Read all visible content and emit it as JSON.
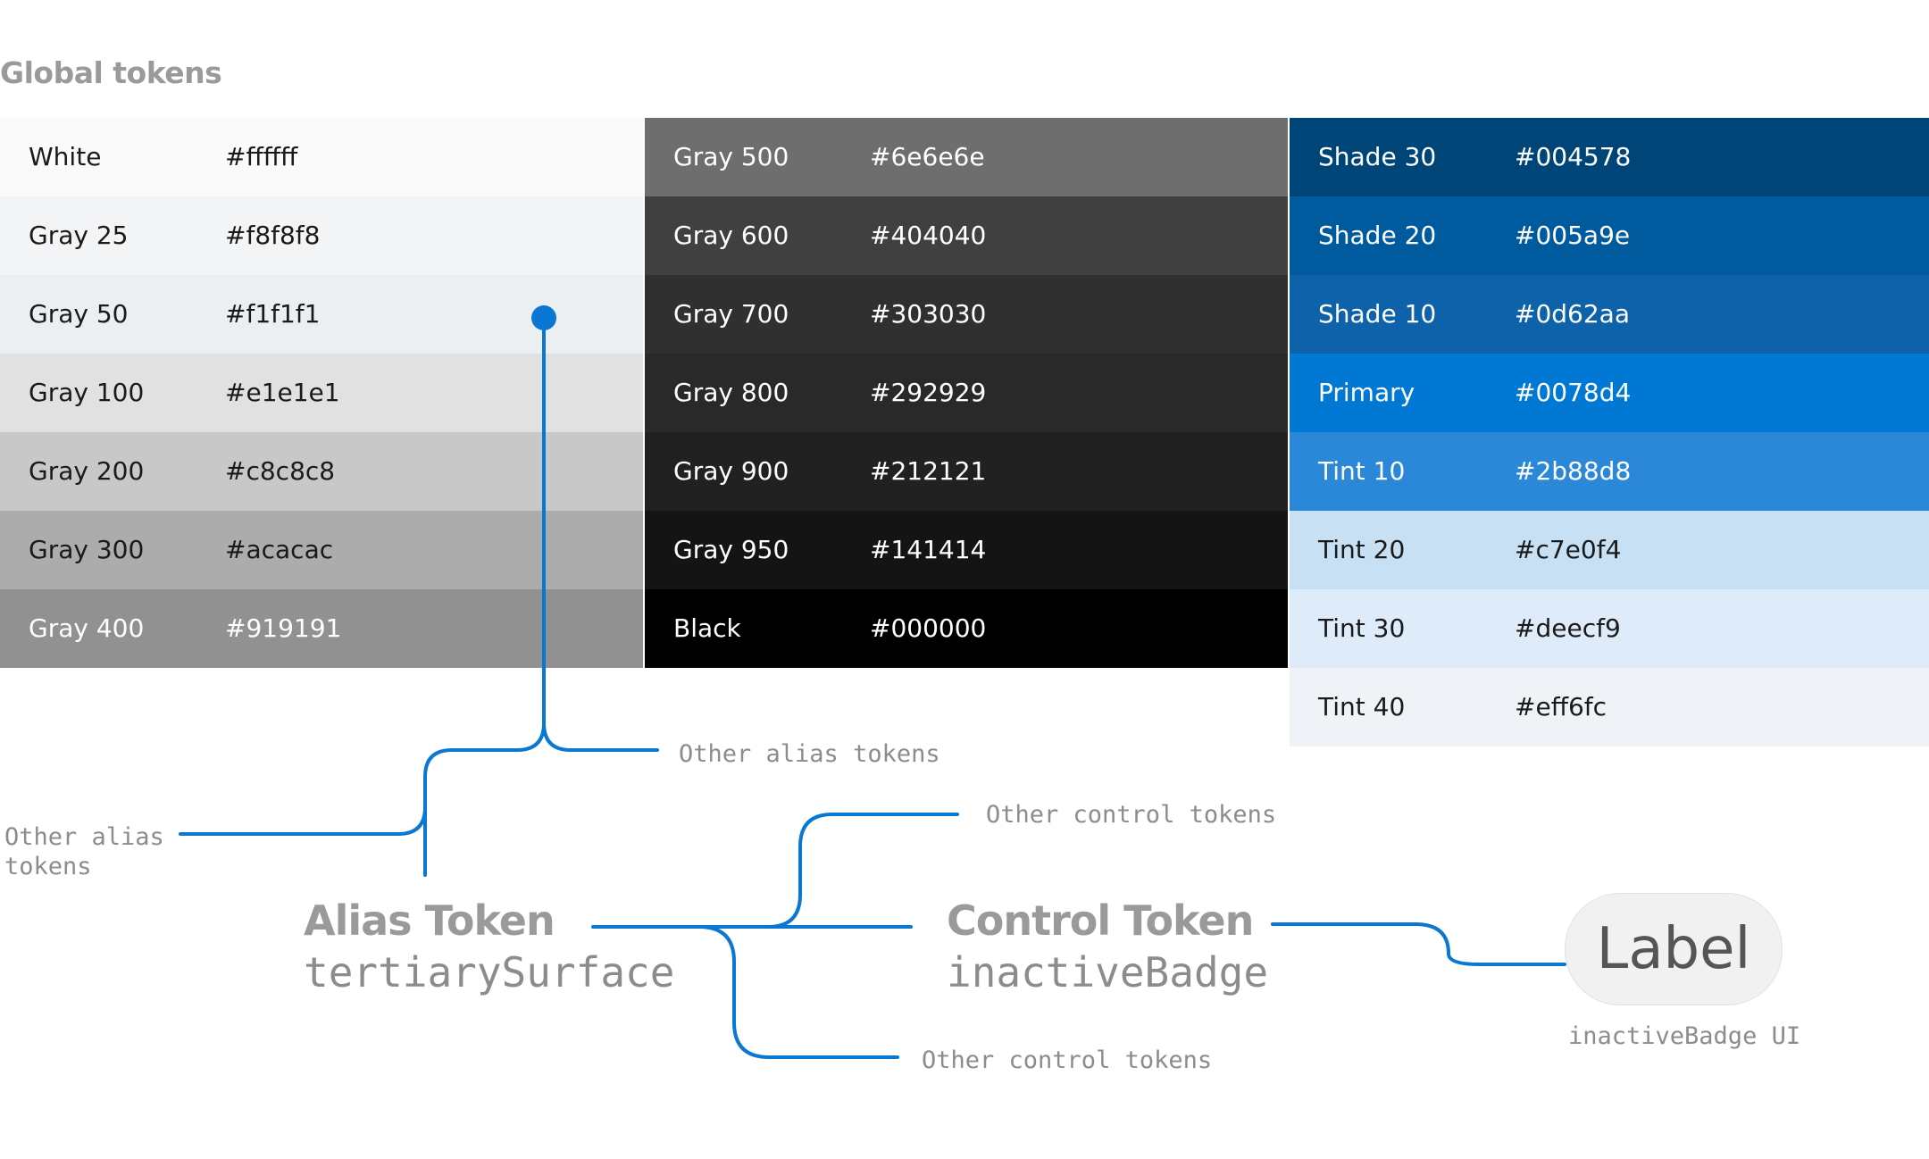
{
  "title": "Global tokens",
  "palette": {
    "neutral_light": [
      {
        "name": "White",
        "hex": "#ffffff"
      },
      {
        "name": "Gray 25",
        "hex": "#f8f8f8"
      },
      {
        "name": "Gray 50",
        "hex": "#f1f1f1"
      },
      {
        "name": "Gray 100",
        "hex": "#e1e1e1"
      },
      {
        "name": "Gray 200",
        "hex": "#c8c8c8"
      },
      {
        "name": "Gray 300",
        "hex": "#acacac"
      },
      {
        "name": "Gray 400",
        "hex": "#919191"
      }
    ],
    "neutral_dark": [
      {
        "name": "Gray 500",
        "hex": "#6e6e6e"
      },
      {
        "name": "Gray 600",
        "hex": "#404040"
      },
      {
        "name": "Gray 700",
        "hex": "#303030"
      },
      {
        "name": "Gray 800",
        "hex": "#292929"
      },
      {
        "name": "Gray 900",
        "hex": "#212121"
      },
      {
        "name": "Gray 950",
        "hex": "#141414"
      },
      {
        "name": "Black",
        "hex": "#000000"
      }
    ],
    "brand": [
      {
        "name": "Shade 30",
        "hex": "#004578"
      },
      {
        "name": "Shade 20",
        "hex": "#005a9e"
      },
      {
        "name": "Shade 10",
        "hex": "#0d62aa"
      },
      {
        "name": "Primary",
        "hex": "#0078d4"
      },
      {
        "name": "Tint 10",
        "hex": "#2b88d8"
      },
      {
        "name": "Tint 20",
        "hex": "#c7e0f4"
      },
      {
        "name": "Tint 30",
        "hex": "#deecf9"
      },
      {
        "name": "Tint 40",
        "hex": "#eff6fc"
      }
    ]
  },
  "swatch_fill": {
    "neutral_light": [
      "#fafafa",
      "#f3f4f5",
      "#eceff1",
      "#e1e1e1",
      "#c8c8c8",
      "#acacac",
      "#919191"
    ],
    "neutral_dark": [
      "#6e6e6e",
      "#404040",
      "#303030",
      "#292929",
      "#212121",
      "#141414",
      "#000000"
    ],
    "brand": [
      "#004578",
      "#005a9e",
      "#0d62aa",
      "#0078d4",
      "#2b88d8",
      "#c7e0f4",
      "#deecf9",
      "#eff3f8"
    ]
  },
  "text_color": {
    "neutral_light": [
      "dark",
      "dark",
      "dark",
      "dark",
      "dark",
      "dark",
      "light"
    ],
    "neutral_dark": [
      "light",
      "light",
      "light",
      "light",
      "light",
      "light",
      "light"
    ],
    "brand": [
      "light",
      "light",
      "light",
      "light",
      "light",
      "dark",
      "dark",
      "dark"
    ]
  },
  "flow": {
    "other_alias_right": "Other alias tokens",
    "other_alias_left": "Other alias\ntokens",
    "alias_title": "Alias Token",
    "alias_value": "tertiarySurface",
    "other_control_top": "Other control tokens",
    "other_control_bottom": "Other control tokens",
    "control_title": "Control Token",
    "control_value": "inactiveBadge",
    "badge_label": "Label",
    "badge_caption": "inactiveBadge UI"
  },
  "accent_color": "#0078d4"
}
